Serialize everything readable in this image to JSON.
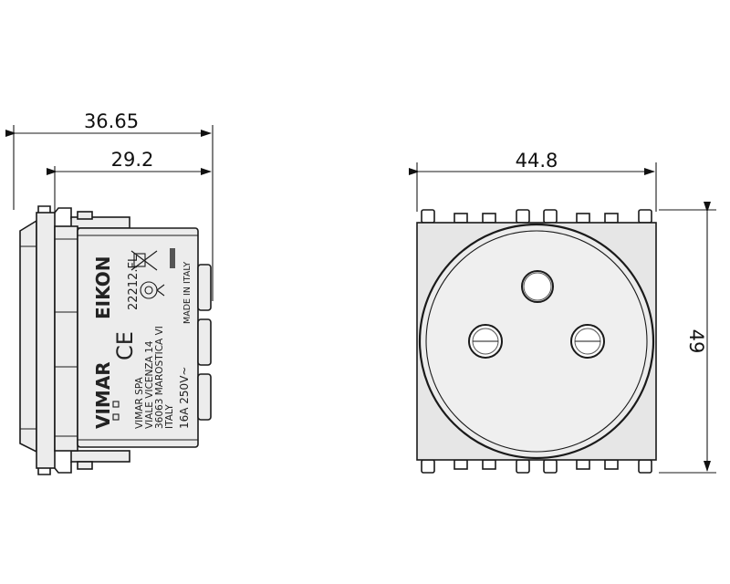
{
  "dimensions": {
    "overall_depth": "36.65",
    "partial_depth": "29.2",
    "width": "44.8",
    "height": "49"
  },
  "side_view_label": {
    "brand": "VIMAR",
    "series": "EIKON",
    "code": "22212.FL",
    "ce_mark": "CE",
    "company": "VIMAR SPA",
    "address1": "VIALE VICENZA 14",
    "address2": "36063 MAROSTICA VI",
    "country": "ITALY",
    "rating": "16A 250V~",
    "origin": "MADE IN ITALY"
  },
  "colors": {
    "line": "#1a1a1a",
    "fill": "#ececec"
  }
}
